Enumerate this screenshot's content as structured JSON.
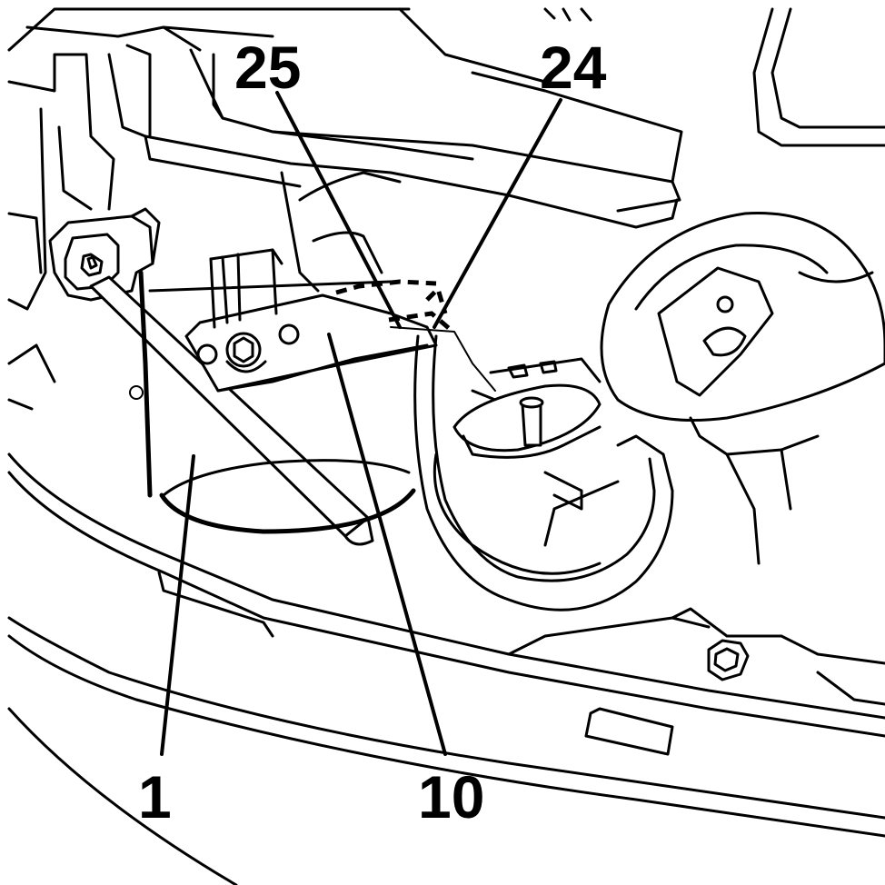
{
  "callouts": {
    "c1": "1",
    "c10": "10",
    "c24": "24",
    "c25": "25"
  },
  "top_marks": "// / \\"
}
